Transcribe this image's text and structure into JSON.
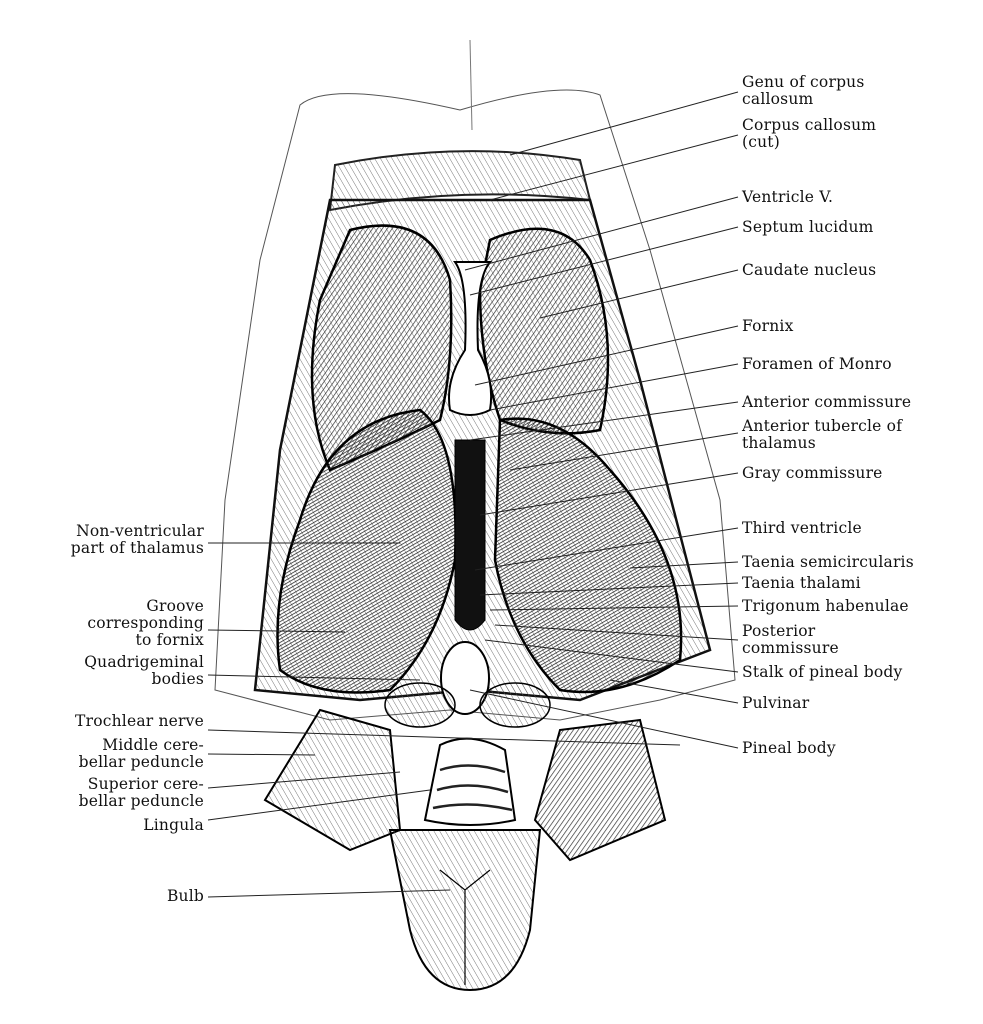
{
  "labels_right": [
    {
      "id": "genu",
      "text": "Genu of corpus\ncallosum"
    },
    {
      "id": "corpus-callosum-cut",
      "text": "Corpus callosum\n(cut)"
    },
    {
      "id": "ventricle-v",
      "text": "Ventricle V."
    },
    {
      "id": "septum-lucidum",
      "text": "Septum lucidum"
    },
    {
      "id": "caudate-nucleus",
      "text": "Caudate nucleus"
    },
    {
      "id": "fornix",
      "text": "Fornix"
    },
    {
      "id": "foramen-monro",
      "text": "Foramen of Monro"
    },
    {
      "id": "anterior-commissure",
      "text": "Anterior commissure"
    },
    {
      "id": "anterior-tubercle",
      "text": "Anterior tubercle of\nthalamus"
    },
    {
      "id": "gray-commissure",
      "text": "Gray commissure"
    },
    {
      "id": "third-ventricle",
      "text": "Third ventricle"
    },
    {
      "id": "taenia-semicircularis",
      "text": "Taenia semicircularis"
    },
    {
      "id": "taenia-thalami",
      "text": "Taenia thalami"
    },
    {
      "id": "trigonum-habenulae",
      "text": "Trigonum habenulae"
    },
    {
      "id": "posterior-commissure",
      "text": "Posterior\ncommissure"
    },
    {
      "id": "stalk-pineal",
      "text": "Stalk of pineal body"
    },
    {
      "id": "pulvinar",
      "text": "Pulvinar"
    },
    {
      "id": "pineal-body",
      "text": "Pineal body"
    }
  ],
  "labels_left": [
    {
      "id": "non-ventricular",
      "text": "Non-ventricular\npart of thalamus"
    },
    {
      "id": "groove-fornix",
      "text": "Groove\ncorresponding\nto fornix"
    },
    {
      "id": "quadrigeminal",
      "text": "Quadrigeminal\nbodies"
    },
    {
      "id": "trochlear-nerve",
      "text": "Trochlear nerve"
    },
    {
      "id": "middle-peduncle",
      "text": "Middle cere-\nbellar peduncle"
    },
    {
      "id": "superior-peduncle",
      "text": "Superior cere-\nbellar peduncle"
    },
    {
      "id": "lingula",
      "text": "Lingula"
    },
    {
      "id": "bulb",
      "text": "Bulb"
    }
  ]
}
